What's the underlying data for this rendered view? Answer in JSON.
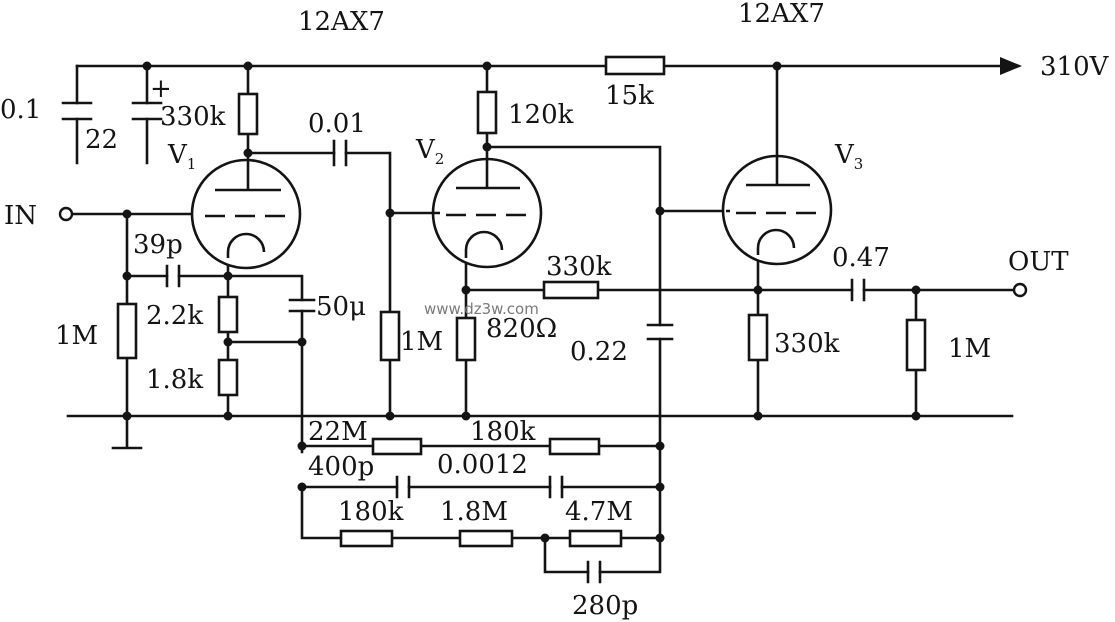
{
  "tubes": [
    {
      "type": "12AX7",
      "ref": "V",
      "sub": "1"
    },
    {
      "type": "12AX7",
      "ref": "V",
      "sub": "2"
    },
    {
      "type": "12AX7",
      "ref": "V",
      "sub": "3"
    }
  ],
  "terminals": {
    "supply": "310V",
    "input": "IN",
    "output": "OUT"
  },
  "components": {
    "c_0_1": "0.1",
    "c_22": "22",
    "c_22_polarity": "+",
    "r_330k_v1": "330k",
    "c_0_01": "0.01",
    "r_120k": "120k",
    "r_15k": "15k",
    "c_39p": "39p",
    "r_1M_in": "1M",
    "r_2_2k": "2.2k",
    "r_1_8k": "1.8k",
    "c_50u": "50μ",
    "r_1M_v2": "1M",
    "r_820": "820Ω",
    "r_330k_fb": "330k",
    "c_0_22": "0.22",
    "r_330k_v3": "330k",
    "c_0_47": "0.47",
    "r_1M_out": "1M",
    "r_22M": "22M",
    "r_180k_top": "180k",
    "c_400p": "400p",
    "c_0_0012": "0.0012",
    "r_180k_bot": "180k",
    "r_1_8M": "1.8M",
    "r_4_7M": "4.7M",
    "c_280p": "280p"
  },
  "watermark": "www.dz3w.com"
}
